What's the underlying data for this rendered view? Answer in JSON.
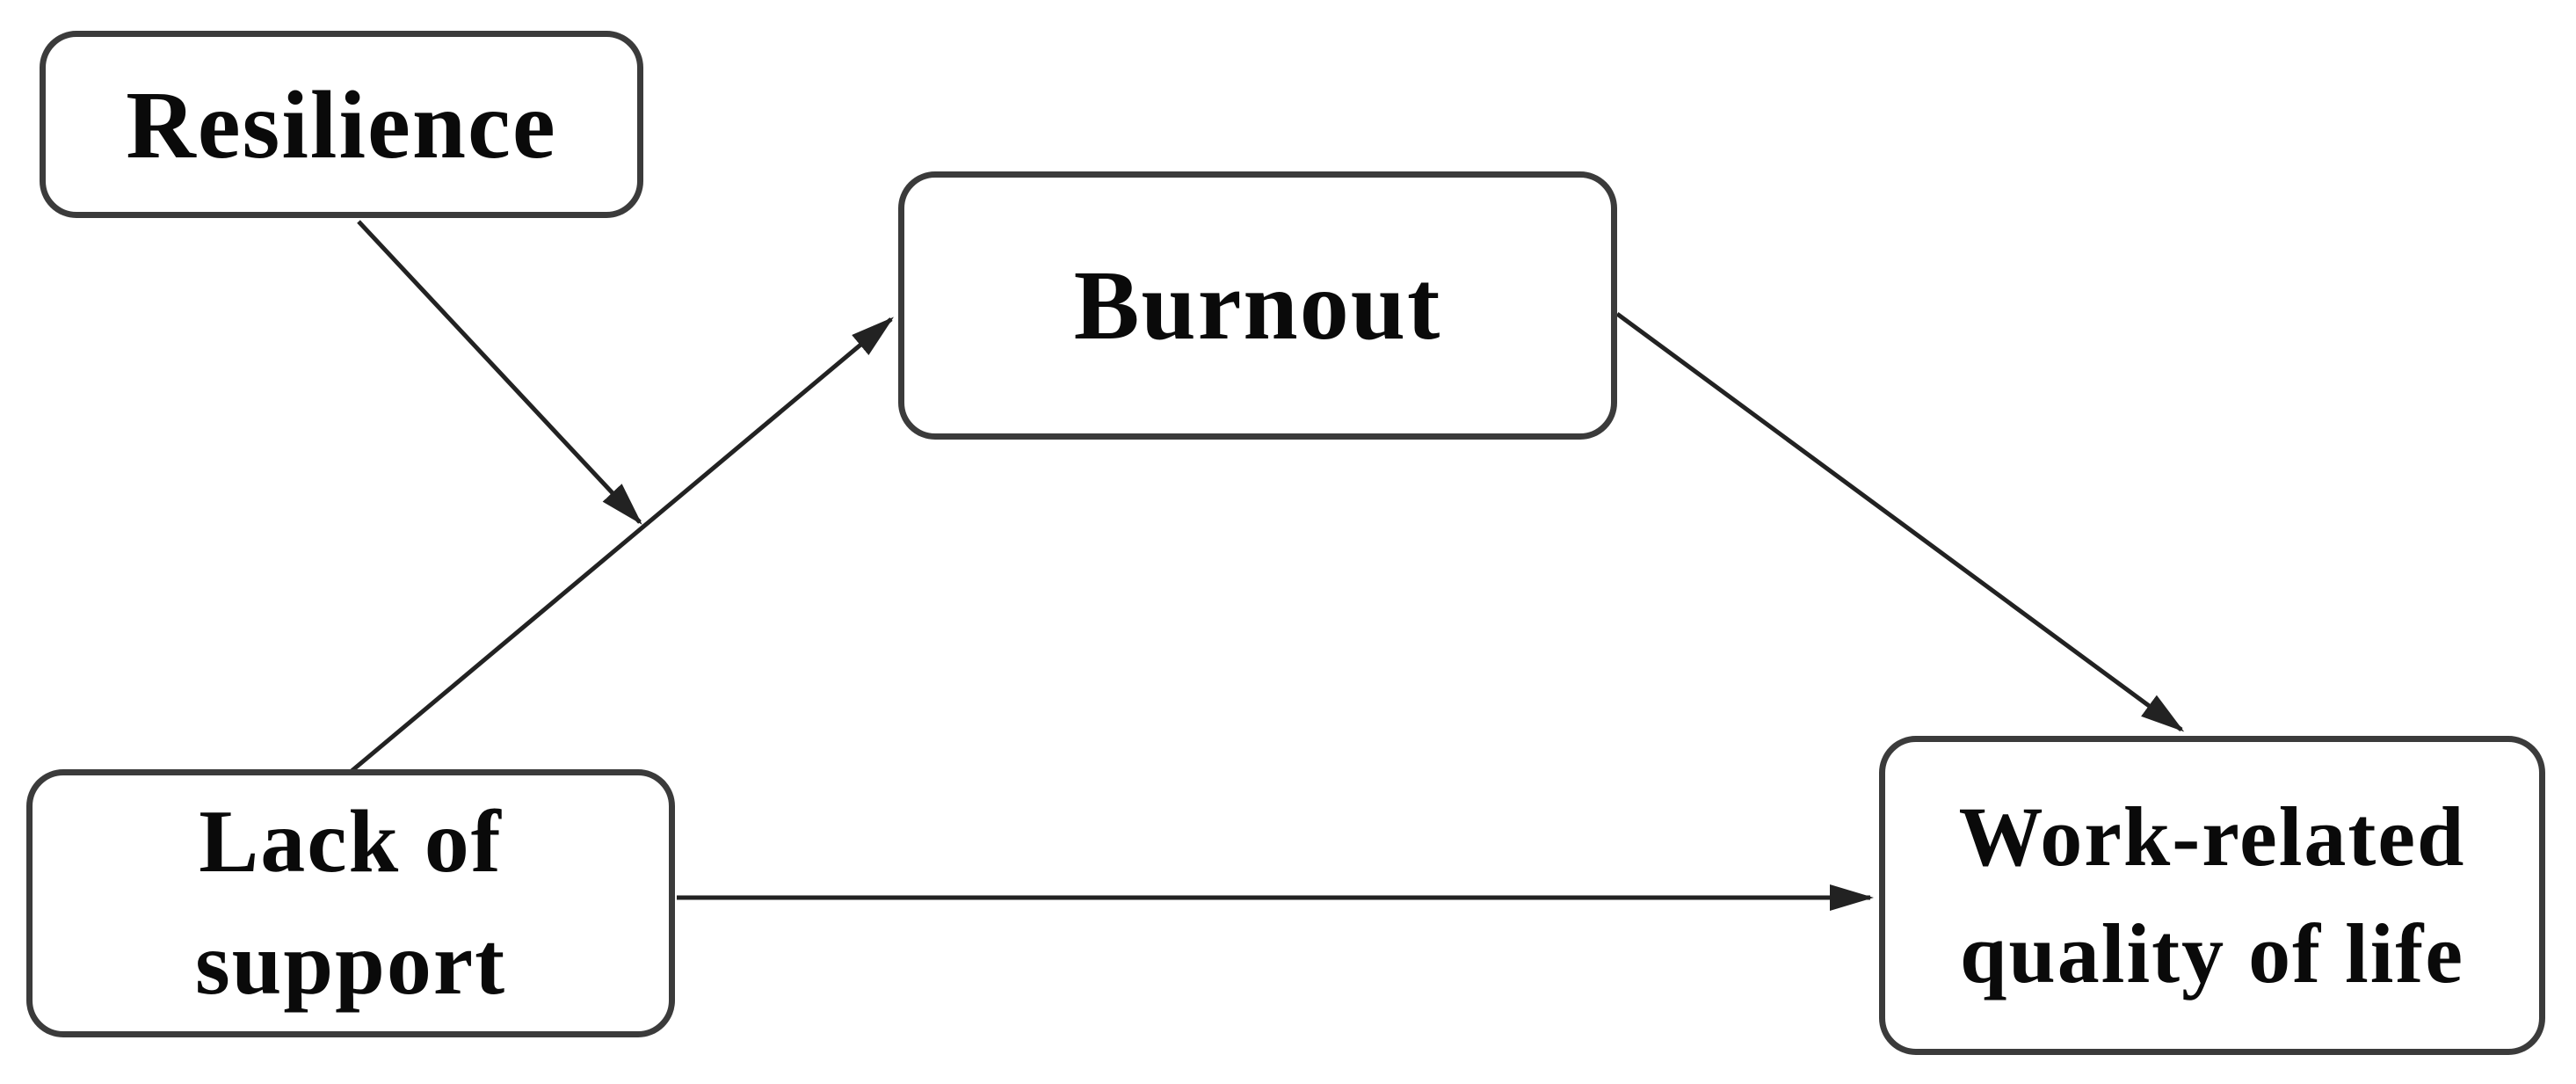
{
  "figure": {
    "background_color": "#ffffff",
    "box_fill_color": "#ffffff",
    "box_border_color": "#3b3b3b",
    "arrow_color": "#222222",
    "text_color": "#0a0a0a",
    "nodes": [
      {
        "id": "resilience",
        "label": "Resilience"
      },
      {
        "id": "burnout",
        "label": "Burnout"
      },
      {
        "id": "lack-of-support",
        "label": "Lack of support",
        "label_lines": [
          "Lack of",
          "support"
        ]
      },
      {
        "id": "work-related-quality-of-life",
        "label": "Work-related quality of life",
        "label_lines": [
          "Work-related",
          "quality of life"
        ]
      }
    ],
    "edges": [
      {
        "from": "resilience",
        "to": "path:lack-of-support->burnout",
        "style": "arrow-onto-path"
      },
      {
        "from": "lack-of-support",
        "to": "burnout",
        "style": "arrow"
      },
      {
        "from": "burnout",
        "to": "work-related-quality-of-life",
        "style": "arrow"
      },
      {
        "from": "lack-of-support",
        "to": "work-related-quality-of-life",
        "style": "arrow"
      }
    ]
  }
}
